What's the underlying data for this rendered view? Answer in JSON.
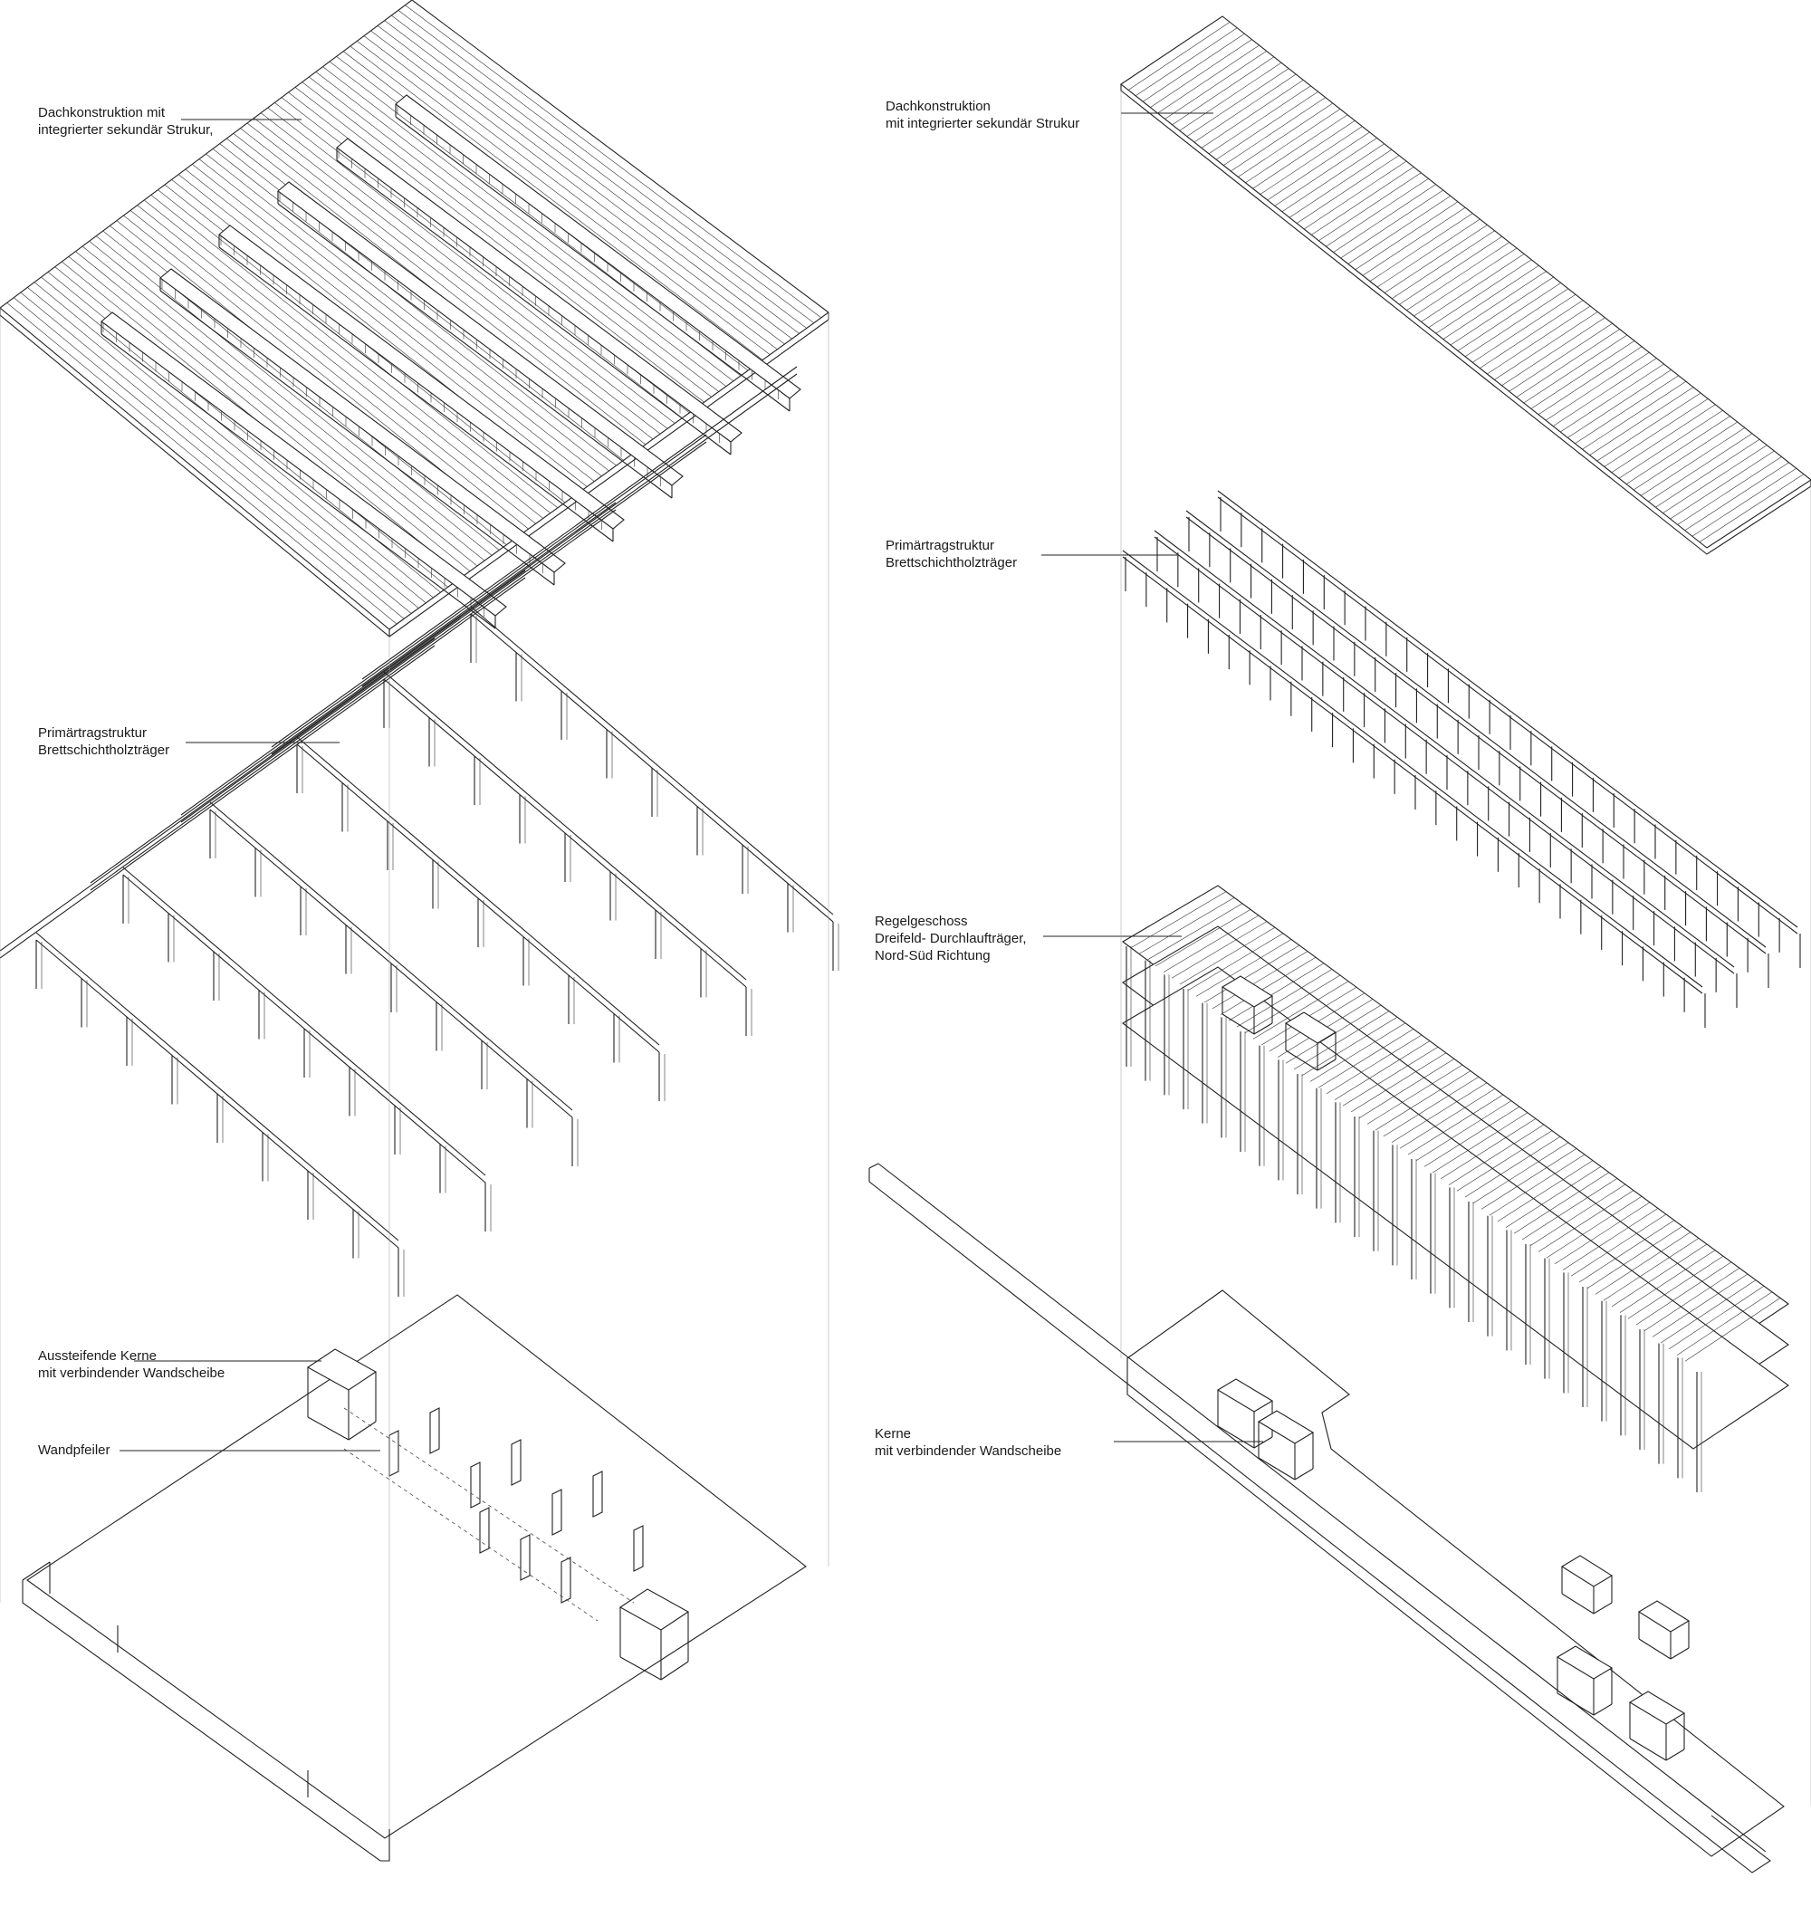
{
  "labels": {
    "left_roof": [
      "Dachkonstruktion mit",
      "integrierter sekundär Strukur,"
    ],
    "left_primary": [
      "Primärtragstruktur",
      "Brettschichtholzträger"
    ],
    "left_cores": [
      "Aussteifende Kerne",
      "mit verbindender Wandscheibe"
    ],
    "left_piers": [
      "Wandpfeiler"
    ],
    "right_roof": [
      "Dachkonstruktion",
      "mit integrierter sekundär Strukur"
    ],
    "right_primary": [
      "Primärtragstruktur",
      "Brettschichtholzträger"
    ],
    "right_floor": [
      "Regelgeschoss",
      "Dreifeld- Durchlaufträger,",
      "Nord-Süd Richtung"
    ],
    "right_cores": [
      "Kerne",
      "mit verbindender Wandscheibe"
    ]
  }
}
